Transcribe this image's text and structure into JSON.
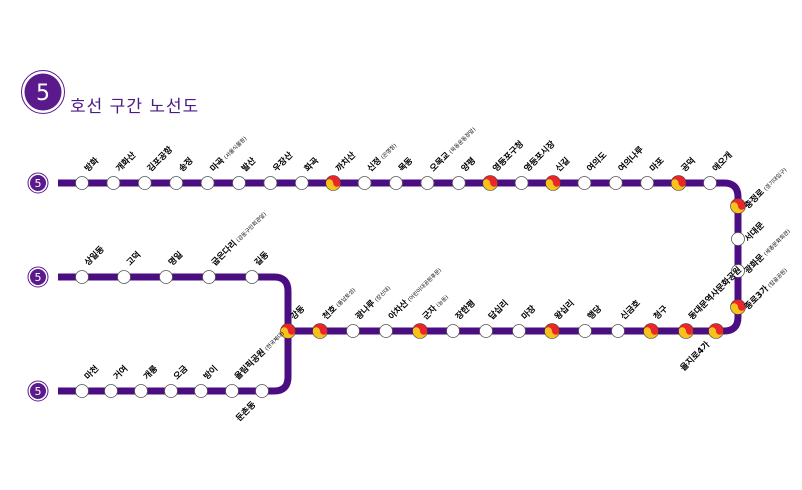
{
  "header": {
    "line_number": "5",
    "title": "호선 구간 노선도"
  },
  "colors": {
    "line": "#4b0e82",
    "badge": "#5a1a8c",
    "transfer_red": "#e8262b",
    "transfer_yellow": "#f7c21c",
    "station_fill": "#ffffff"
  },
  "branch_badges": [
    "5",
    "5",
    "5"
  ],
  "stations": {
    "main_top": [
      {
        "name": "방화",
        "sub": ""
      },
      {
        "name": "개화산",
        "sub": ""
      },
      {
        "name": "김포공항",
        "sub": ""
      },
      {
        "name": "송정",
        "sub": ""
      },
      {
        "name": "마곡",
        "sub": "(서울식물원)"
      },
      {
        "name": "발산",
        "sub": ""
      },
      {
        "name": "우장산",
        "sub": ""
      },
      {
        "name": "화곡",
        "sub": ""
      },
      {
        "name": "까치산",
        "sub": "",
        "transfer": true
      },
      {
        "name": "신정",
        "sub": "(은행정)"
      },
      {
        "name": "목동",
        "sub": ""
      },
      {
        "name": "오목교",
        "sub": "(목동운동장앞)"
      },
      {
        "name": "양평",
        "sub": ""
      },
      {
        "name": "영등포구청",
        "sub": "",
        "transfer": true
      },
      {
        "name": "영등포시장",
        "sub": ""
      },
      {
        "name": "신길",
        "sub": "",
        "transfer": true
      },
      {
        "name": "여의도",
        "sub": ""
      },
      {
        "name": "여의나루",
        "sub": ""
      },
      {
        "name": "마포",
        "sub": ""
      },
      {
        "name": "공덕",
        "sub": "",
        "transfer": true
      },
      {
        "name": "애오개",
        "sub": ""
      }
    ],
    "right_vertical": [
      {
        "name": "충정로",
        "sub": "(경기대입구)",
        "transfer": true
      },
      {
        "name": "서대문",
        "sub": ""
      },
      {
        "name": "광화문",
        "sub": "(세종문화회관)"
      },
      {
        "name": "종로3가",
        "sub": "(탑골공원)",
        "transfer": true
      }
    ],
    "middle_row": [
      {
        "name": "을지로4가",
        "sub": "",
        "transfer": true
      },
      {
        "name": "동대문역사문화공원",
        "sub": "",
        "transfer": true
      },
      {
        "name": "청구",
        "sub": "",
        "transfer": true
      },
      {
        "name": "신금호",
        "sub": ""
      },
      {
        "name": "행당",
        "sub": ""
      },
      {
        "name": "왕십리",
        "sub": "",
        "transfer": true
      },
      {
        "name": "마장",
        "sub": ""
      },
      {
        "name": "답십리",
        "sub": ""
      },
      {
        "name": "장한평",
        "sub": ""
      },
      {
        "name": "군자",
        "sub": "(능동)",
        "transfer": true
      },
      {
        "name": "아차산",
        "sub": "(어린이대공원후문)"
      },
      {
        "name": "광나루",
        "sub": "(장신대)"
      },
      {
        "name": "천호",
        "sub": "(풍납토성)",
        "transfer": true
      },
      {
        "name": "강동",
        "sub": "",
        "transfer": true
      }
    ],
    "upper_branch": [
      {
        "name": "상일동",
        "sub": ""
      },
      {
        "name": "고덕",
        "sub": ""
      },
      {
        "name": "명일",
        "sub": ""
      },
      {
        "name": "굽은다리",
        "sub": "(강동구민회관앞)"
      },
      {
        "name": "길동",
        "sub": ""
      }
    ],
    "lower_branch": [
      {
        "name": "마천",
        "sub": ""
      },
      {
        "name": "거여",
        "sub": ""
      },
      {
        "name": "개롱",
        "sub": ""
      },
      {
        "name": "오금",
        "sub": ""
      },
      {
        "name": "방이",
        "sub": ""
      },
      {
        "name": "올림픽공원",
        "sub": "(한국체대)"
      },
      {
        "name": "둔촌동",
        "sub": ""
      }
    ]
  }
}
